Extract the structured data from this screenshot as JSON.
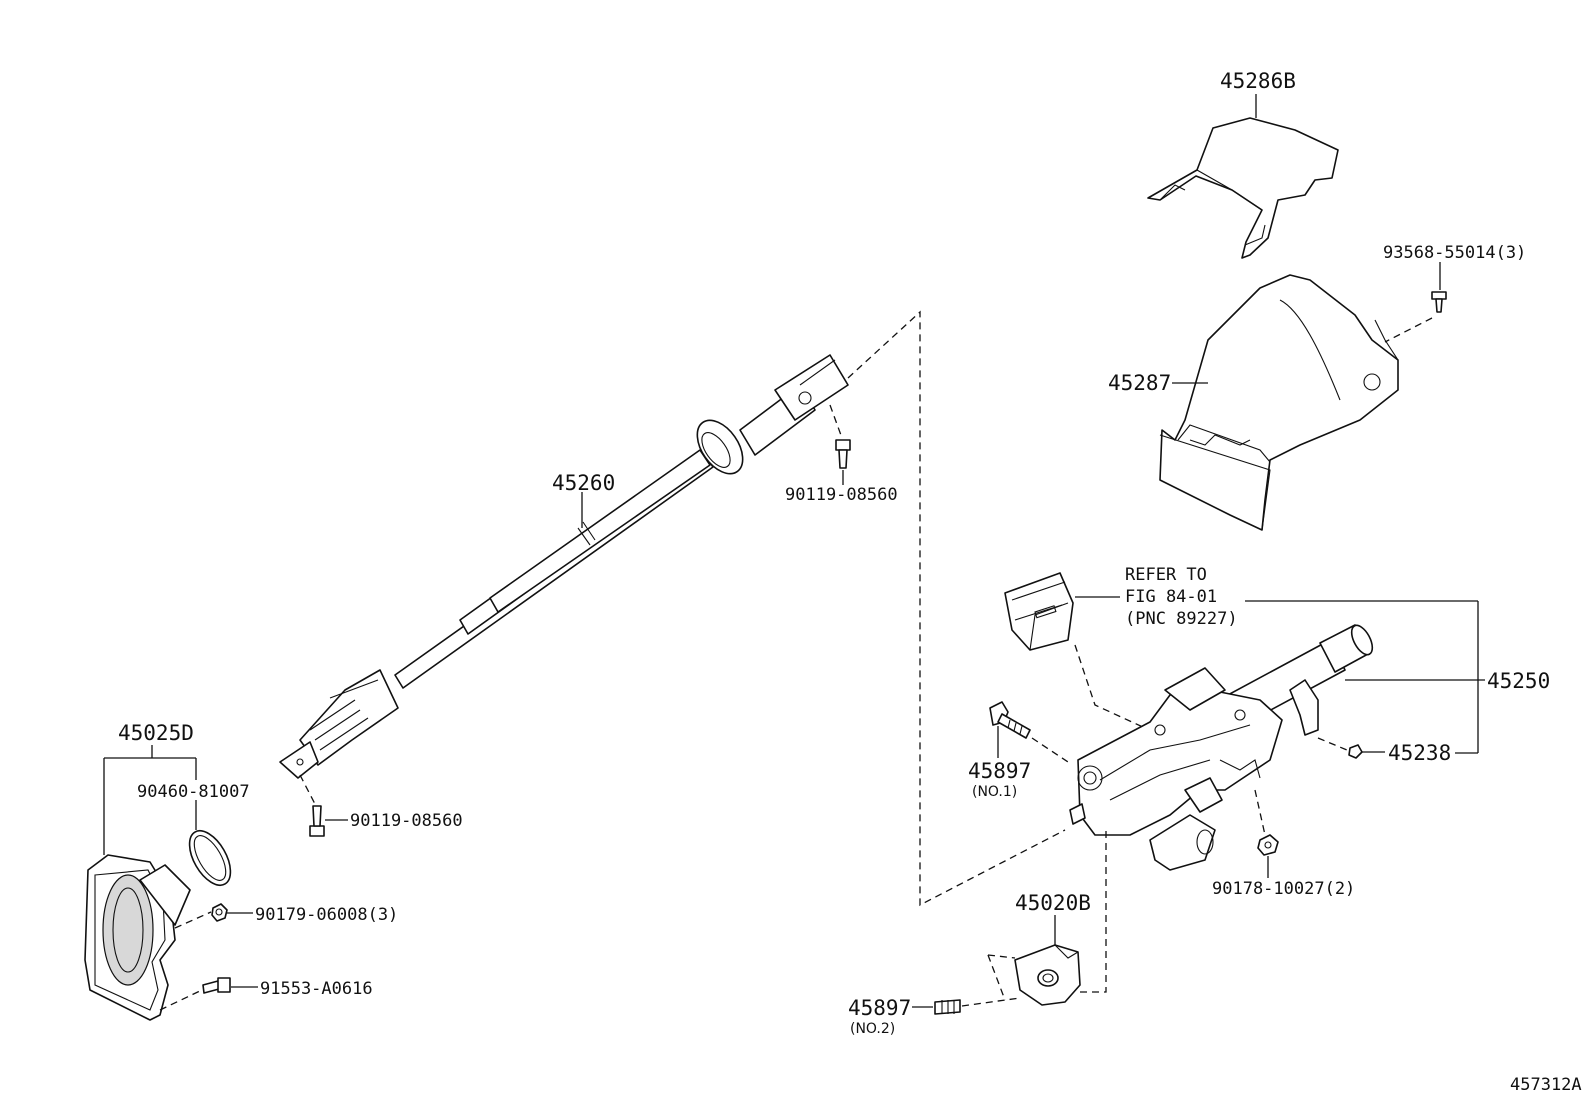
{
  "labels": {
    "p45286B": "45286B",
    "p93568": "93568-55014(3)",
    "p45287": "45287",
    "p45260": "45260",
    "p90119a": "90119-08560",
    "p90119b": "90119-08560",
    "p45025D": "45025D",
    "p90460": "90460-81007",
    "p90179": "90179-06008(3)",
    "p91553": "91553-A0616",
    "refer1": "REFER TO",
    "refer2": "FIG 84-01",
    "refer3": "(PNC 89227)",
    "p45250": "45250",
    "p45238": "45238",
    "p45897a": "45897",
    "p45897a_sub": "(NO.1)",
    "p90178": "90178-10027(2)",
    "p45020B": "45020B",
    "p45897b": "45897",
    "p45897b_sub": "(NO.2)",
    "figure_id": "457312A"
  }
}
